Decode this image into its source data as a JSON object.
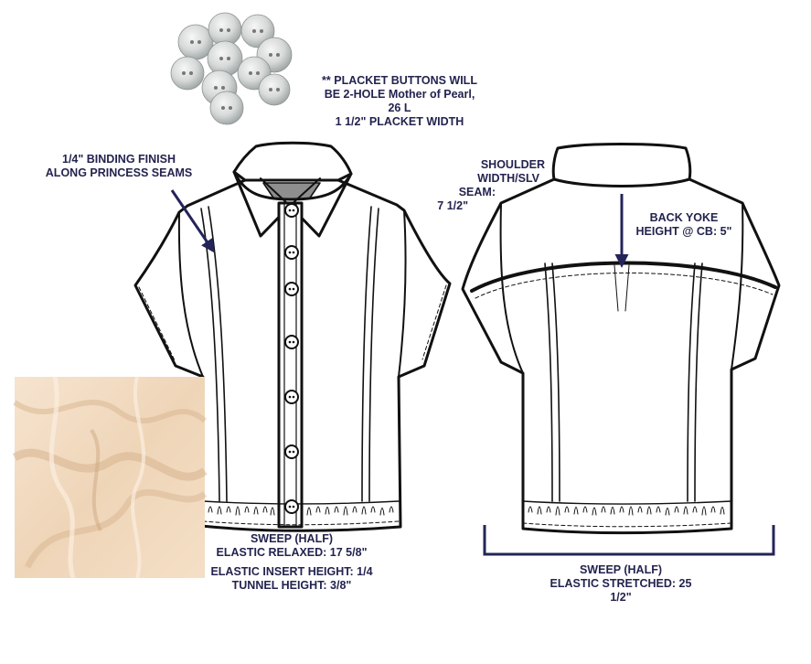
{
  "annotations": {
    "placket": {
      "line1": "** PLACKET BUTTONS WILL",
      "line2": "BE 2-HOLE Mother of Pearl,",
      "line3": "26 L",
      "line4": "1 1/2\" PLACKET WIDTH"
    },
    "binding": {
      "line1": "1/4\" BINDING FINISH",
      "line2": "ALONG PRINCESS SEAMS"
    },
    "shoulder": {
      "line1": "SHOULDER",
      "line2": "WIDTH/SLV",
      "line3": "SEAM:",
      "line4": "7 1/2\""
    },
    "back_yoke": {
      "line1": "BACK YOKE",
      "line2": "HEIGHT @ CB: 5\""
    },
    "sweep_front": {
      "line1": "SWEEP (HALF)",
      "line2": "ELASTIC RELAXED: 17 5/8\"",
      "line3": "ELASTIC INSERT HEIGHT: 1/4",
      "line4": "TUNNEL HEIGHT: 3/8\""
    },
    "sweep_back": {
      "line1": "SWEEP (HALF)",
      "line2": "ELASTIC STRETCHED: 25",
      "line3": "1/2\""
    }
  },
  "colors": {
    "annotation_text": "#23234f",
    "arrow": "#24245a",
    "outline": "#111111",
    "fabric_swatch": "#f2dcc3",
    "button_pearl": "#dcdedd"
  }
}
